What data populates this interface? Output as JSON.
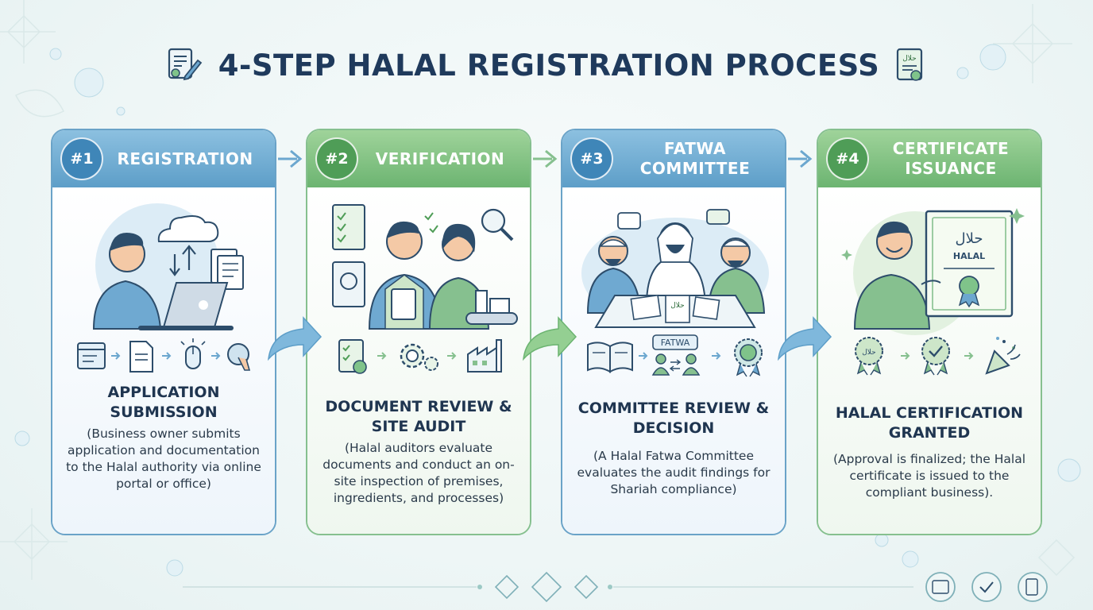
{
  "title": "4-STEP HALAL REGISTRATION PROCESS",
  "icons": {
    "title_left": "document-pen-icon",
    "title_right": "halal-certificate-icon"
  },
  "colors": {
    "title": "#1f3a5c",
    "blue_header": "#5d9ec8",
    "green_header": "#6cb471",
    "blue_badge": "#3f86b8",
    "green_badge": "#4f9d57"
  },
  "steps": [
    {
      "number": "#1",
      "label": "REGISTRATION",
      "heading": "APPLICATION SUBMISSION",
      "description": "(Business owner submits application and documentation to the Halal authority via online portal or office)",
      "theme": "blue",
      "icons": [
        "online-form-icon",
        "document-icon",
        "mouse-click-icon",
        "submit-touch-icon"
      ]
    },
    {
      "number": "#2",
      "label": "VERIFICATION",
      "heading": "DOCUMENT REVIEW & SITE AUDIT",
      "description": "(Halal auditors evaluate documents and conduct an on-site inspection of premises, ingredients, and processes)",
      "theme": "green",
      "icons": [
        "checklist-icon",
        "gears-check-icon",
        "factory-icon"
      ]
    },
    {
      "number": "#3",
      "label": "FATWA COMMITTEE",
      "heading": "COMMITTEE REVIEW & DECISION",
      "description": "(A Halal Fatwa Committee evaluates the audit findings for Shariah compliance)",
      "theme": "blue",
      "icons": [
        "open-book-icon",
        "fatwa-discussion-icon",
        "approval-seal-icon"
      ]
    },
    {
      "number": "#4",
      "label": "CERTIFICATE ISSUANCE",
      "heading": "HALAL CERTIFICATION GRANTED",
      "description": "(Approval is finalized; the Halal certificate is issued to the compliant business).",
      "theme": "green",
      "icons": [
        "halal-badge-icon",
        "check-badge-icon",
        "celebration-icon"
      ]
    }
  ],
  "illustration_text": {
    "arabic_halal": "حلال",
    "halal": "HALAL",
    "fatwa": "FATWA"
  },
  "footer_icons": [
    "halal-stamp-icon",
    "check-stamp-icon",
    "document-stamp-icon"
  ]
}
